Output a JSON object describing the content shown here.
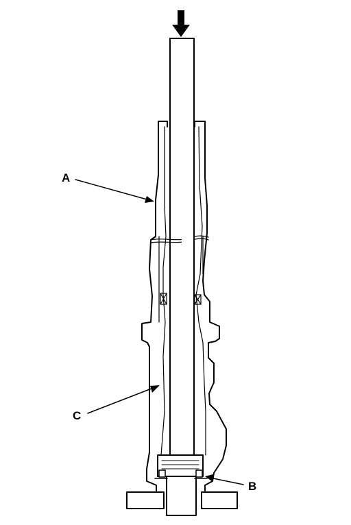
{
  "diagram": {
    "callouts": {
      "a": "A",
      "b": "B",
      "c": "C"
    },
    "press_direction_icon": "down-arrow-icon",
    "line_color": "#000000",
    "background_color": "#ffffff"
  }
}
